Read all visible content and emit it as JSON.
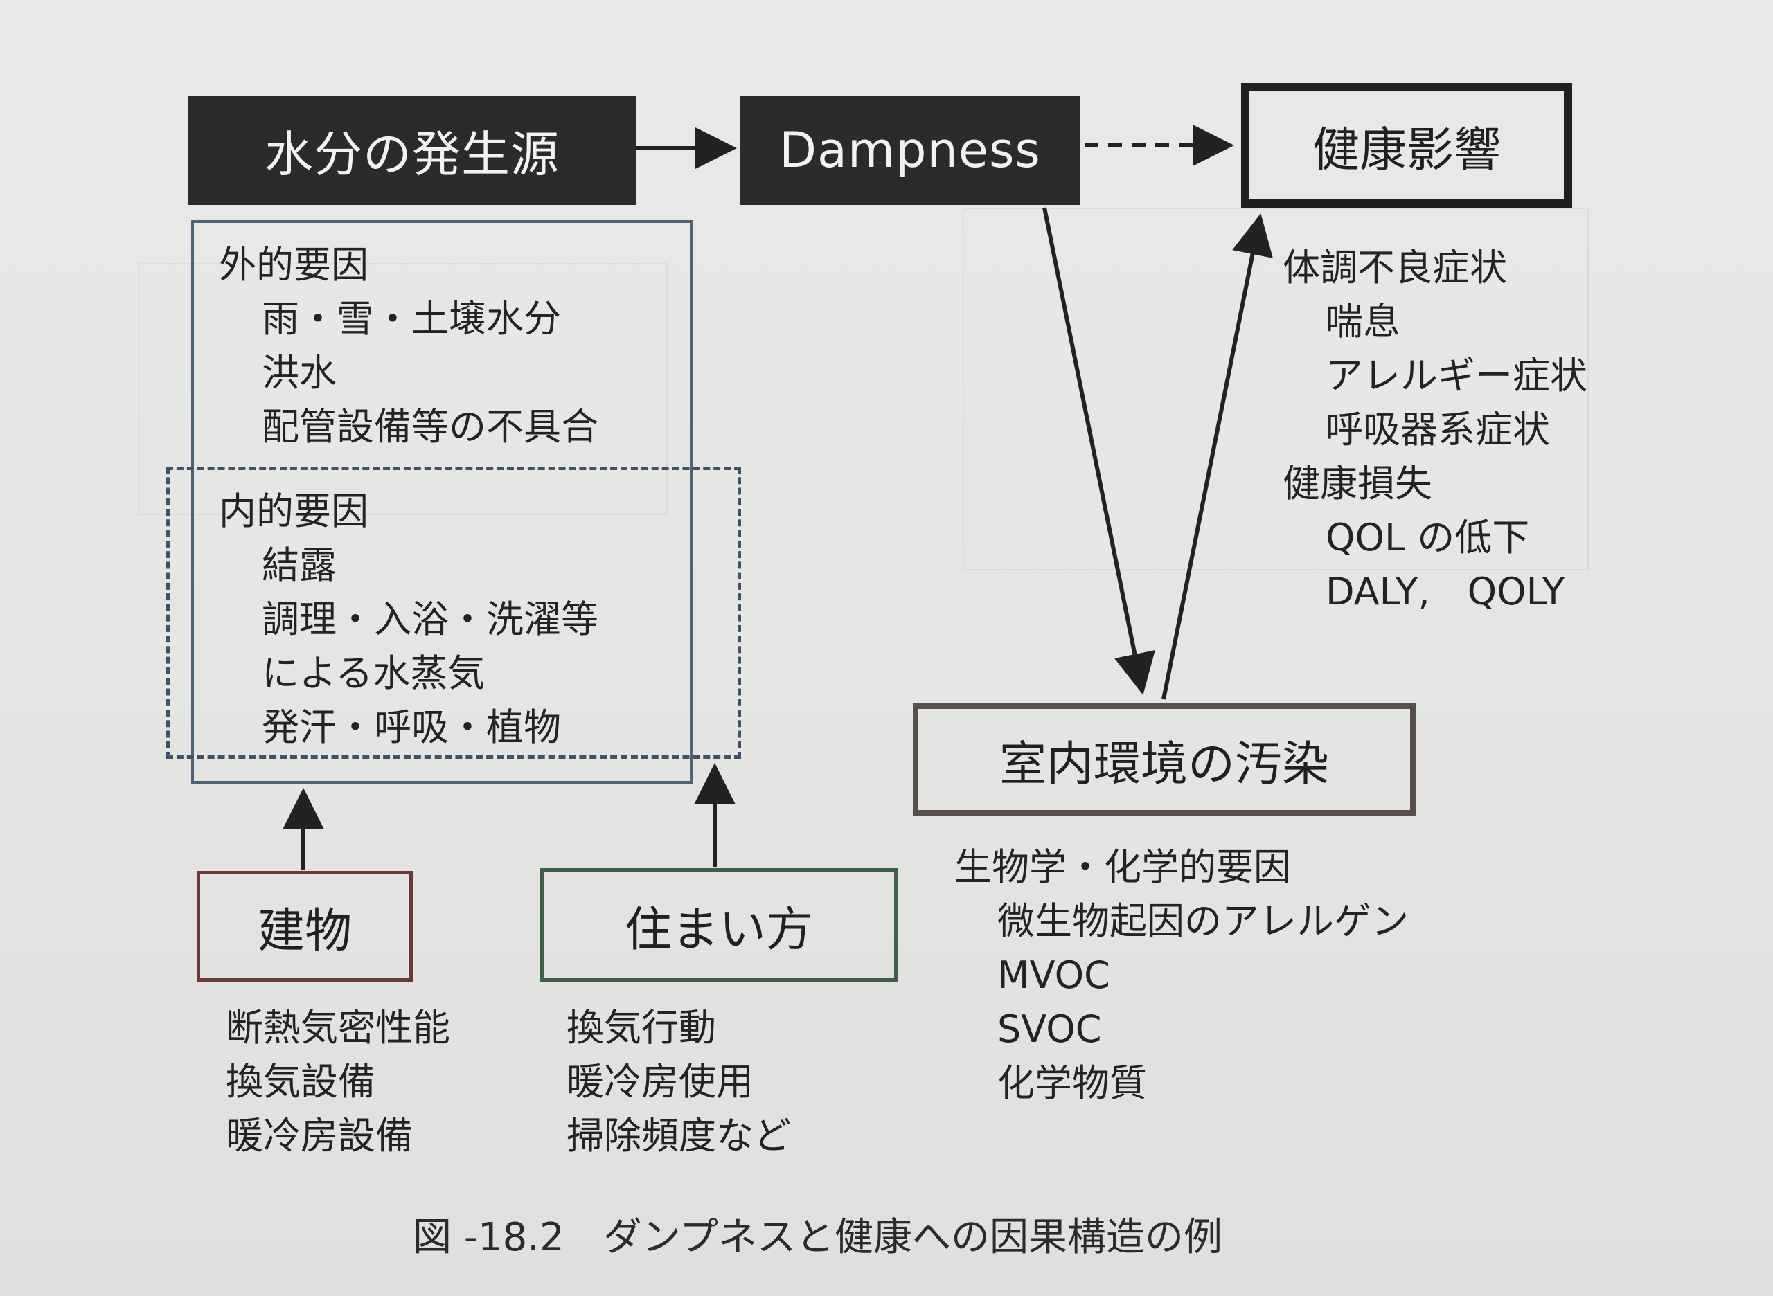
{
  "diagram": {
    "top_nodes": {
      "moisture_source": "水分の発生源",
      "dampness": "Dampness",
      "health_effect": "健康影響"
    },
    "factors": {
      "external": {
        "heading": "外的要因",
        "items": [
          "雨・雪・土壌水分",
          "洪水",
          "配管設備等の不具合"
        ]
      },
      "internal": {
        "heading": "内的要因",
        "items": [
          "結露",
          "調理・入浴・洗濯等",
          "による水蒸気",
          "発汗・呼吸・植物"
        ]
      }
    },
    "building": {
      "label": "建物",
      "items": [
        "断熱気密性能",
        "換気設備",
        "暖冷房設備"
      ]
    },
    "lifestyle": {
      "label": "住まい方",
      "items": [
        "換気行動",
        "暖冷房使用",
        "掃除頻度など"
      ]
    },
    "health": {
      "symptoms_heading": "体調不良症状",
      "symptoms": [
        "喘息",
        "アレルギー症状",
        "呼吸器系症状"
      ],
      "loss_heading": "健康損失",
      "loss_items": [
        "QOL の低下",
        "DALY,　QOLY"
      ]
    },
    "indoor_pollution": {
      "label": "室内環境の汚染",
      "heading": "生物学・化学的要因",
      "items": [
        "微生物起因のアレルゲン",
        "MVOC",
        "SVOC",
        "化学物質"
      ]
    },
    "caption": "図 -18.2　ダンプネスと健康への因果構造の例"
  },
  "colors": {
    "dark_fill": "#2a2b2d",
    "external_border": "#4f6378",
    "internal_border": "#3f5266",
    "building_border": "#6b3a38",
    "lifestyle_border": "#3f6048",
    "pollution_border": "#57504a",
    "arrow": "#222222"
  }
}
